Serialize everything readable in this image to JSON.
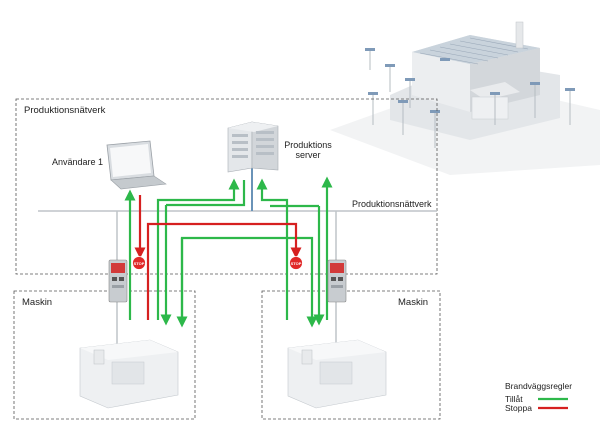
{
  "labels": {
    "production_network_title": "Produktionsnätverk",
    "production_network_line": "Produktionsnättverk",
    "user": "Användare 1",
    "server_line1": "Produktions",
    "server_line2": "server",
    "machine_left": "Maskin",
    "machine_right": "Maskin",
    "stop_badge": "STOP"
  },
  "legend": {
    "title": "Brandväggsregler",
    "allow": "Tillåt",
    "stop": "Stoppa"
  },
  "colors": {
    "allow": "#2db84a",
    "stop": "#d62020",
    "network_line": "#bfc4c8",
    "dashed_border": "#555555",
    "server_link": "#6a93b8"
  },
  "icons": {
    "laptop": "laptop-icon",
    "server": "server-rack-icon",
    "firewall": "firewall-device-icon",
    "machine": "cnc-machine-icon",
    "factory": "factory-building-icon"
  }
}
